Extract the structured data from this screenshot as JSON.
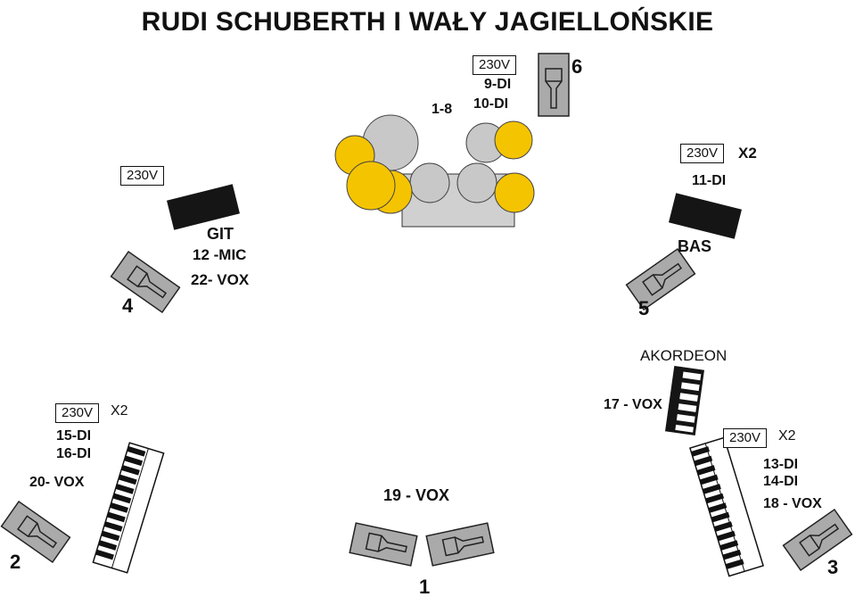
{
  "title": "RUDI SCHUBERTH I WAŁY JAGIELLOŃSKIE",
  "drums": {
    "channels": "1-8",
    "power": "230V",
    "di_a": "9-DI",
    "di_b": "10-DI",
    "monitor_number": "6"
  },
  "guitar": {
    "power": "230V",
    "name": "GIT",
    "mic": "12 -MIC",
    "vox": "22- VOX",
    "monitor_number": "4"
  },
  "bass": {
    "power": "230V",
    "multiplier": "X2",
    "di": "11-DI",
    "name": "BAS",
    "monitor_number": "5"
  },
  "accordion": {
    "name": "AKORDEON",
    "vox": "17 - VOX"
  },
  "keys_left": {
    "power": "230V",
    "multiplier": "X2",
    "di_a": "15-DI",
    "di_b": "16-DI",
    "vox": "20- VOX",
    "monitor_number": "2"
  },
  "keys_right": {
    "power": "230V",
    "multiplier": "X2",
    "di_a": "13-DI",
    "di_b": "14-DI",
    "vox": "18 - VOX",
    "monitor_number": "3"
  },
  "center": {
    "vox": "19 - VOX",
    "monitor_number": "1"
  },
  "colors": {
    "drum_gray": "#c8c8c8",
    "drum_yellow": "#f5c400",
    "monitor_gray": "#aaaaaa",
    "amp_black": "#151515",
    "riser_gray": "#d0d0d0"
  }
}
